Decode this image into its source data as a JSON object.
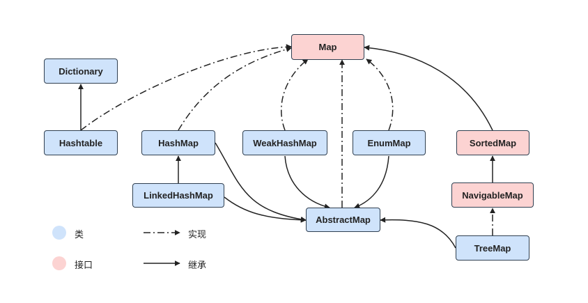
{
  "colors": {
    "class_fill": "#cfe3fb",
    "interface_fill": "#fcd3d2",
    "border": "#2f3f50",
    "edge": "#222222"
  },
  "nodes": {
    "map": {
      "label": "Map",
      "kind": "interface"
    },
    "dictionary": {
      "label": "Dictionary",
      "kind": "class"
    },
    "hashtable": {
      "label": "Hashtable",
      "kind": "class"
    },
    "hashmap": {
      "label": "HashMap",
      "kind": "class"
    },
    "weakhashmap": {
      "label": "WeakHashMap",
      "kind": "class"
    },
    "enummap": {
      "label": "EnumMap",
      "kind": "class"
    },
    "sortedmap": {
      "label": "SortedMap",
      "kind": "interface"
    },
    "linkedhashmap": {
      "label": "LinkedHashMap",
      "kind": "class"
    },
    "navigablemap": {
      "label": "NavigableMap",
      "kind": "interface"
    },
    "abstractmap": {
      "label": "AbstractMap",
      "kind": "class"
    },
    "treemap": {
      "label": "TreeMap",
      "kind": "class"
    }
  },
  "edges": [
    {
      "from": "Hashtable",
      "to": "Dictionary",
      "type": "inherit"
    },
    {
      "from": "Hashtable",
      "to": "Map",
      "type": "implement"
    },
    {
      "from": "HashMap",
      "to": "Map",
      "type": "implement"
    },
    {
      "from": "WeakHashMap",
      "to": "Map",
      "type": "implement"
    },
    {
      "from": "AbstractMap",
      "to": "Map",
      "type": "implement"
    },
    {
      "from": "EnumMap",
      "to": "Map",
      "type": "implement"
    },
    {
      "from": "SortedMap",
      "to": "Map",
      "type": "inherit"
    },
    {
      "from": "LinkedHashMap",
      "to": "HashMap",
      "type": "inherit"
    },
    {
      "from": "HashMap",
      "to": "AbstractMap",
      "type": "inherit"
    },
    {
      "from": "LinkedHashMap",
      "to": "AbstractMap",
      "type": "inherit"
    },
    {
      "from": "WeakHashMap",
      "to": "AbstractMap",
      "type": "inherit"
    },
    {
      "from": "EnumMap",
      "to": "AbstractMap",
      "type": "inherit"
    },
    {
      "from": "TreeMap",
      "to": "AbstractMap",
      "type": "inherit"
    },
    {
      "from": "TreeMap",
      "to": "NavigableMap",
      "type": "implement"
    },
    {
      "from": "NavigableMap",
      "to": "SortedMap",
      "type": "inherit"
    }
  ],
  "legend": {
    "class_label": "类",
    "interface_label": "接口",
    "implement_label": "实现",
    "inherit_label": "继承"
  }
}
